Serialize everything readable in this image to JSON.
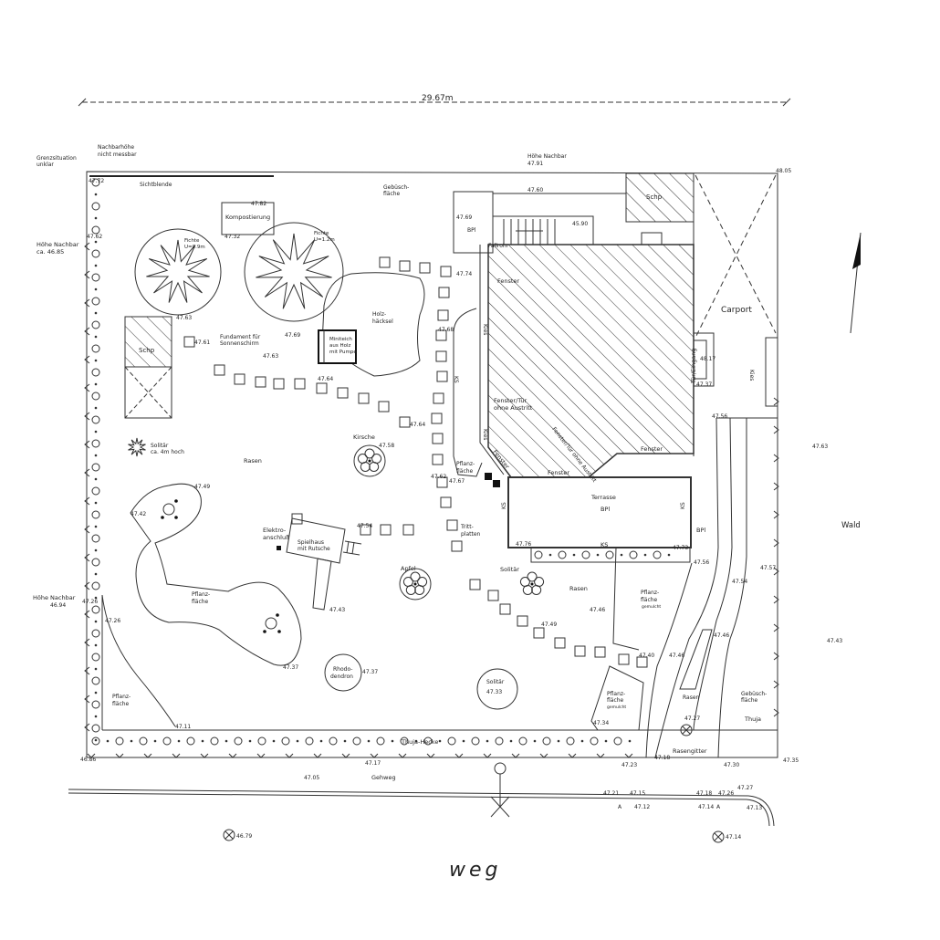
{
  "title": "Gartenplan Lageplan",
  "labels": [
    "29.67m",
    "Grenzsituation",
    "unklar",
    "Nachbarhöhe",
    "nicht messbar",
    "Höhe Nachbar",
    "ca. 46.85",
    "47.72",
    "Sichtblende",
    "Gebüsch-",
    "fläche",
    "Höhe Nachbar",
    "47.91",
    "47.60",
    "47.69",
    "BPl",
    "45.90",
    "Fallrohr",
    "Schp",
    "48.05",
    "Kompostierung",
    "47.82",
    "47.32",
    "Fichte",
    "U=0.9m",
    "Fichte",
    "U=1.2m",
    "47.62",
    "47.63",
    "47.69",
    "Holz-",
    "häcksel",
    "Miniteich",
    "aus Holz",
    "mit Pumpe",
    "47.74",
    "Fenster",
    "Carport",
    "47.68",
    "Kies",
    "Schp",
    "47.61",
    "Fundament für",
    "Sonnenschirm",
    "47.63",
    "47.64",
    "Tür/Eingang",
    "48.17",
    "47.37",
    "Kies",
    "Fenster/Tür",
    "ohne Austritt",
    "47.64",
    "Kirsche",
    "47.58",
    "Solitär",
    "ca. 4m hoch",
    "Rasen",
    "Fenster/Tür ohne Austritt",
    "Fenster",
    "Fenster",
    "Fenster",
    "47.56",
    "47.63",
    "Pflanz-",
    "fläche",
    "47.62",
    "47.67",
    "Terrasse",
    "BPl",
    "KS",
    "KS",
    "KS",
    "47.49",
    "47.42",
    "Elektro-",
    "anschluß",
    "Spielhaus",
    "mit Rutsche",
    "47.54",
    "Tritt-",
    "platten",
    "BPl",
    "Wald",
    "47.76",
    "47.73",
    "47.56",
    "47.57",
    "47.54",
    "Apfel",
    "Solitär",
    "Rasen",
    "Pflanz-",
    "fläche",
    "gemulcht",
    "Pflanz-",
    "fläche",
    "Höhe Nachbar",
    "46.94",
    "47.26",
    "47.26",
    "47.43",
    "47.46",
    "47.49",
    "47.46",
    "47.43",
    "47.37",
    "47.37",
    "Rhodo-",
    "dendron",
    "47.40",
    "47.46",
    "Solitär",
    "47.33",
    "Pflanz-",
    "fläche",
    "Pflanz-",
    "fläche",
    "gemulcht",
    "Rasen",
    "Gebüsch-",
    "fläche",
    "Thuja",
    "47.27",
    "47.34",
    "47.11",
    "Thuja-Hecke",
    "Rasengitter",
    "46.86",
    "47.17",
    "47.23",
    "47.18",
    "47.30",
    "47.35",
    "47.05",
    "Gehweg",
    "47.27",
    "47.21",
    "47.15",
    "47.18",
    "47.26",
    "A",
    "47.12",
    "47.14",
    "A",
    "47.13",
    "46.79",
    "47.14",
    "weg",
    "Kies",
    "KS"
  ],
  "colors": {
    "line": "#333333",
    "background": "#ffffff"
  }
}
